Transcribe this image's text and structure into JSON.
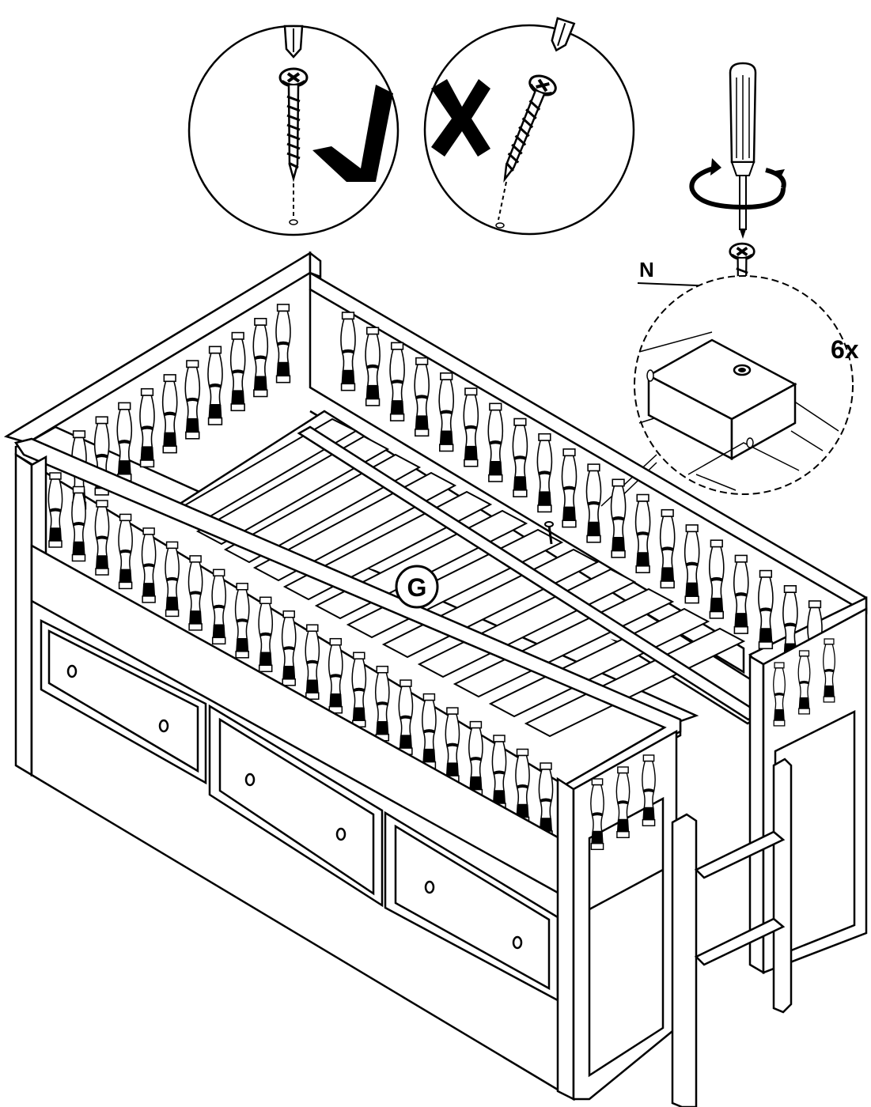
{
  "labels": {
    "screw_part": "N",
    "screw_count": "6x",
    "slat_frame_part": "G"
  },
  "insets": {
    "correct": {
      "icon": "checkmark-icon",
      "meaning": "correct"
    },
    "incorrect": {
      "icon": "x-mark-icon",
      "meaning": "incorrect"
    }
  },
  "icons": [
    "screwdriver-icon",
    "rotate-arrow-icon",
    "screw-icon",
    "checkmark-icon",
    "x-mark-icon"
  ],
  "colors": {
    "ink": "#000000",
    "paper": "#ffffff"
  }
}
